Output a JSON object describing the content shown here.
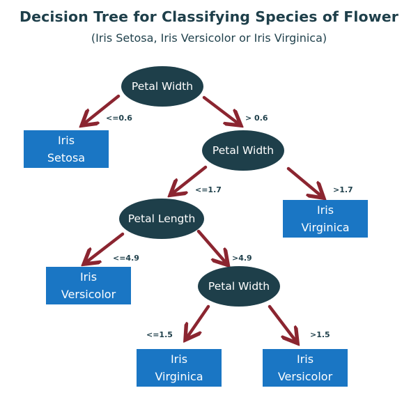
{
  "title": "Decision Tree for Classifying Species of Flower",
  "subtitle": "(Iris Setosa, Iris Versicolor or Iris Virginica)",
  "colors": {
    "node": "#1e3f4a",
    "leaf": "#1a76c4",
    "arrow": "#8b2530",
    "text": "#1e3f4a"
  },
  "nodes": {
    "n1": "Petal Width",
    "n2": "Petal Width",
    "n3": "Petal Length",
    "n4": "Petal Width"
  },
  "leaves": {
    "setosa": {
      "line1": "Iris",
      "line2": "Setosa"
    },
    "virginica_1": {
      "line1": "Iris",
      "line2": "Virginica"
    },
    "versicolor_1": {
      "line1": "Iris",
      "line2": "Versicolor"
    },
    "virginica_2": {
      "line1": "Iris",
      "line2": "Virginica"
    },
    "versicolor_2": {
      "line1": "Iris",
      "line2": "Versicolor"
    }
  },
  "edges": {
    "n1_left": "<=0.6",
    "n1_right": "> 0.6",
    "n2_left": "<=1.7",
    "n2_right": ">1.7",
    "n3_left": "<=4.9",
    "n3_right": ">4.9",
    "n4_left": "<=1.5",
    "n4_right": ">1.5"
  }
}
